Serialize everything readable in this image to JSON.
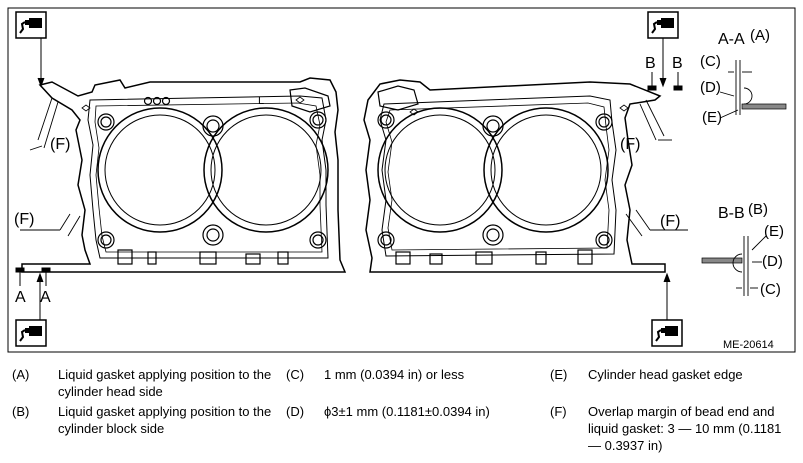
{
  "diagram": {
    "ref_code": "ME-20614",
    "view_aa_title": "A-A",
    "view_aa_paren": "(A)",
    "view_bb_title": "B-B",
    "view_bb_paren": "(B)",
    "label_a": "A",
    "label_b": "B",
    "label_c": "(C)",
    "label_d": "(D)",
    "label_e": "(E)",
    "label_f": "(F)",
    "head_mark": "L"
  },
  "legend": [
    {
      "key": "(A)",
      "text": "Liquid gasket applying position to the cylinder head side"
    },
    {
      "key": "(B)",
      "text": "Liquid gasket applying position to the cylinder block side"
    },
    {
      "key": "(C)",
      "text": "1 mm (0.0394 in) or less"
    },
    {
      "key": "(D)",
      "text": "ϕ3±1 mm (0.1181±0.0394 in)"
    },
    {
      "key": "(E)",
      "text": "Cylinder head gasket edge"
    },
    {
      "key": "(F)",
      "text": "Overlap margin of bead end and liquid gasket: 3 — 10 mm (0.1181 — 0.3937 in)"
    }
  ]
}
